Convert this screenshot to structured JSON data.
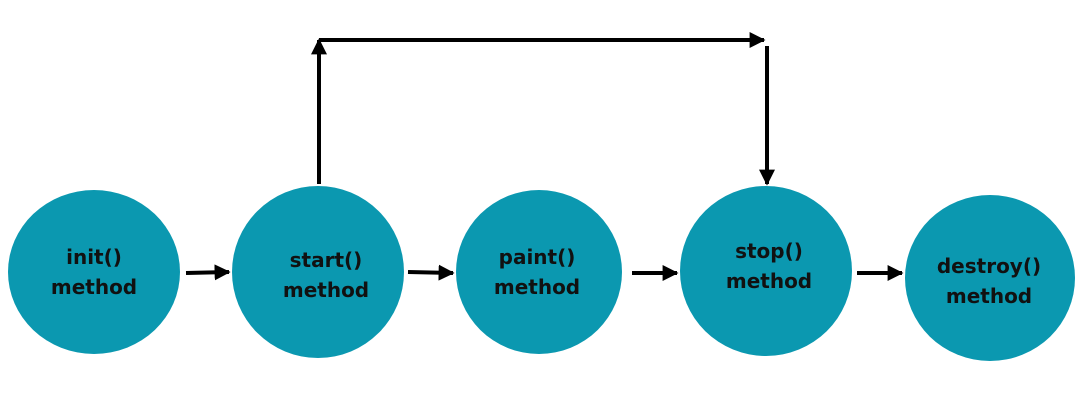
{
  "colors": {
    "node_fill": "#0b98b0",
    "arrow": "#000000",
    "text": "#111111",
    "background": "#ffffff"
  },
  "nodes": [
    {
      "id": "init",
      "line1": "init()",
      "line2": "method"
    },
    {
      "id": "start",
      "line1": "start()",
      "line2": "method"
    },
    {
      "id": "paint",
      "line1": "paint()",
      "line2": "method"
    },
    {
      "id": "stop",
      "line1": "stop()",
      "line2": "method"
    },
    {
      "id": "destroy",
      "line1": "destroy()",
      "line2": "method"
    }
  ],
  "edges": [
    {
      "from": "init",
      "to": "start"
    },
    {
      "from": "start",
      "to": "paint"
    },
    {
      "from": "paint",
      "to": "stop"
    },
    {
      "from": "stop",
      "to": "destroy"
    },
    {
      "from": "start",
      "to": "stop",
      "route": "over-top"
    }
  ]
}
